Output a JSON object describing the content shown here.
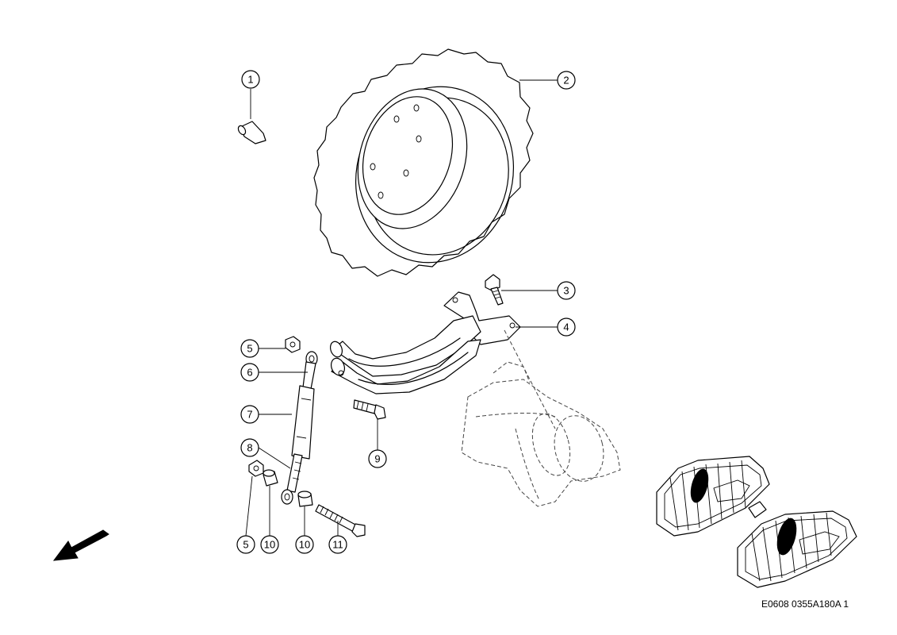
{
  "callouts": [
    {
      "id": "callout-1",
      "number": "1"
    },
    {
      "id": "callout-2",
      "number": "2"
    },
    {
      "id": "callout-3",
      "number": "3"
    },
    {
      "id": "callout-4",
      "number": "4"
    },
    {
      "id": "callout-5a",
      "number": "5"
    },
    {
      "id": "callout-6",
      "number": "6"
    },
    {
      "id": "callout-7",
      "number": "7"
    },
    {
      "id": "callout-8",
      "number": "8"
    },
    {
      "id": "callout-9",
      "number": "9"
    },
    {
      "id": "callout-5b",
      "number": "5"
    },
    {
      "id": "callout-10a",
      "number": "10"
    },
    {
      "id": "callout-10b",
      "number": "10"
    },
    {
      "id": "callout-11",
      "number": "11"
    }
  ],
  "reference_code": "E0608 0355A180A 1"
}
